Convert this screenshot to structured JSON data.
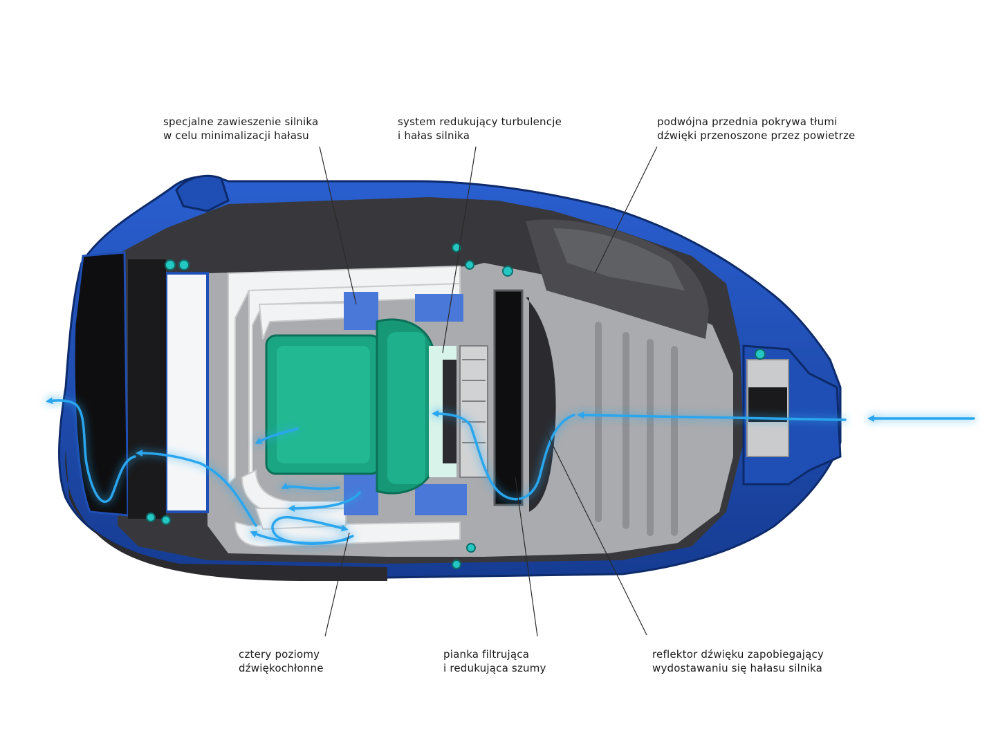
{
  "callouts": [
    {
      "id": "motor-suspension",
      "lines": [
        "specjalne zawieszenie silnika",
        "w celu minimalizacji hałasu"
      ]
    },
    {
      "id": "turbulence-system",
      "lines": [
        "system redukujący turbulencje",
        "i hałas silnika"
      ]
    },
    {
      "id": "front-cover",
      "lines": [
        "podwójna przednia pokrywa tłumi",
        "dźwięki przenoszone przez powietrze"
      ]
    },
    {
      "id": "sound-absorbing-levels",
      "lines": [
        "cztery poziomy",
        "dźwiękochłonne"
      ]
    },
    {
      "id": "filter-foam",
      "lines": [
        "pianka filtrująca",
        "i redukująca szumy"
      ]
    },
    {
      "id": "sound-reflector",
      "lines": [
        "reflektor dźwięku zapobiegający",
        "wydostawaniu się hałasu silnika"
      ]
    }
  ],
  "colors": {
    "body_blue": "#1f4fb4",
    "body_dark": "#2b2b2f",
    "inner_grey": "#a9abae",
    "light_grey": "#c9cbcd",
    "motor_green": "#1aa583",
    "foam_blue": "#4a78d8",
    "airflow": "#2aa6ef",
    "label_text": "#1a1a1a"
  }
}
